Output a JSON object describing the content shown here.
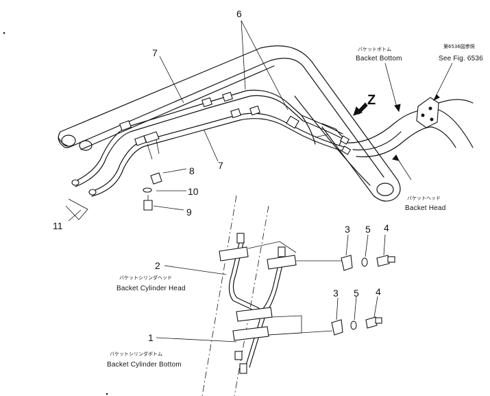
{
  "callouts": {
    "c1": "1",
    "c2": "2",
    "c3a": "3",
    "c3b": "3",
    "c4a": "4",
    "c4b": "4",
    "c5a": "5",
    "c5b": "5",
    "c6": "6",
    "c7a": "7",
    "c7b": "7",
    "c8": "8",
    "c9": "9",
    "c10": "10",
    "c11": "11"
  },
  "labels": {
    "backet_bottom_jp": "バケットボトム",
    "backet_bottom": "Backet Bottom",
    "see_fig_jp": "第6536図参照",
    "see_fig": "See Fig. 6536",
    "view_marker": "Z",
    "backet_head_jp": "バケットヘッド",
    "backet_head": "Backet Head",
    "cyl_head_jp": "バケットシリンダヘッド",
    "cyl_head": "Backet Cylinder Head",
    "cyl_bottom_jp": "バケットシリンダボトム",
    "cyl_bottom": "Backet Cylinder Bottom"
  }
}
